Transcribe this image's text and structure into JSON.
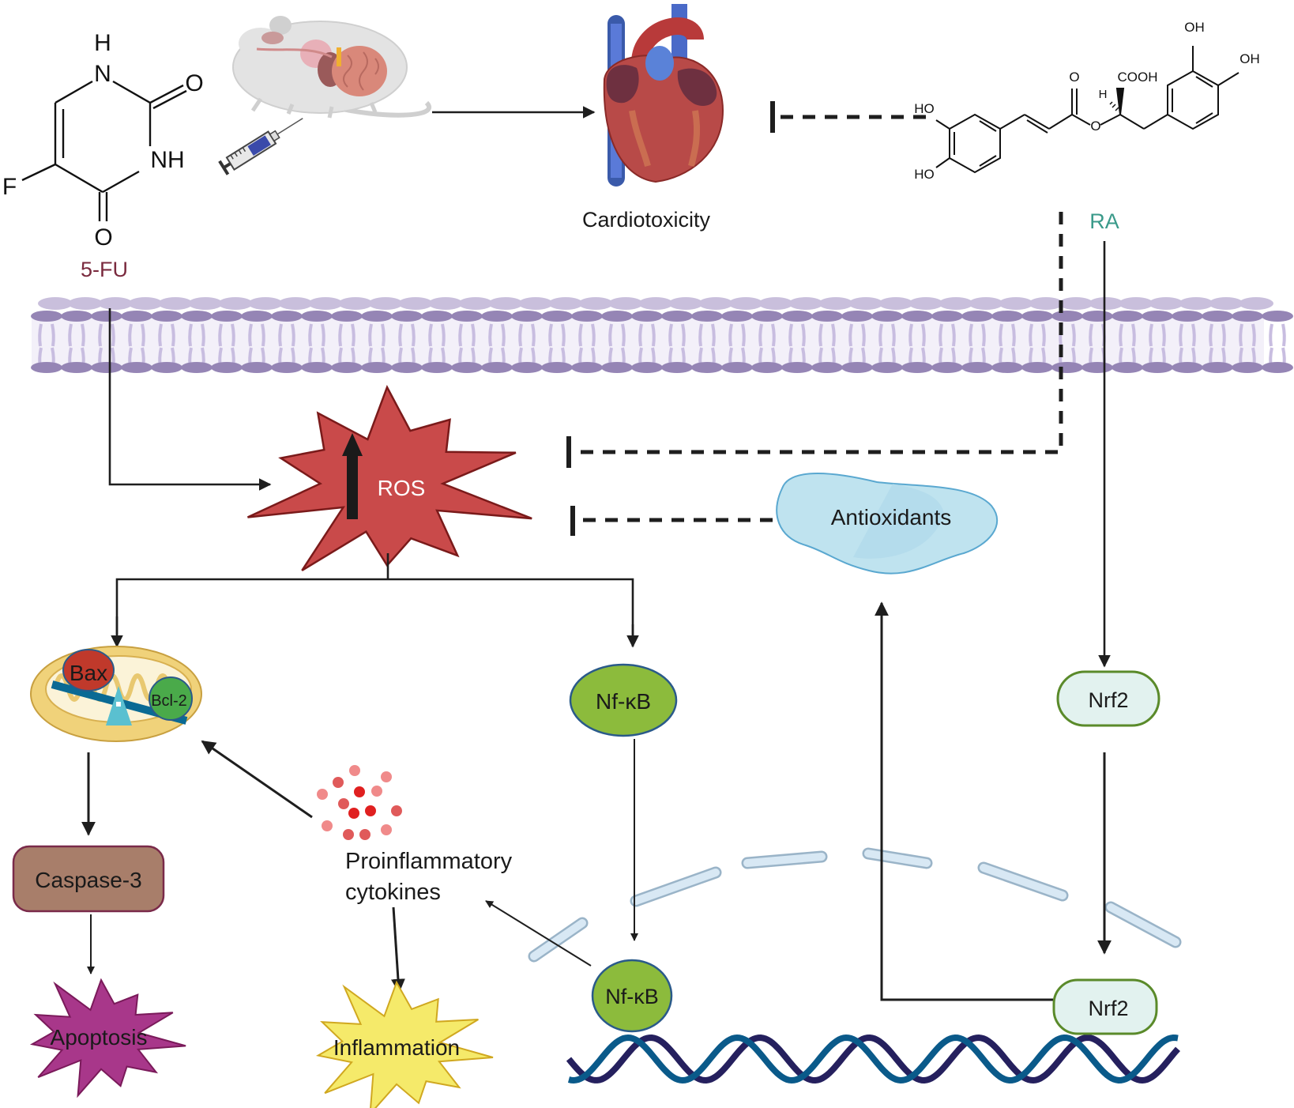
{
  "title": "5-FU cardiotoxicity and protective mechanism of rosmarinic acid (RA)",
  "colors": {
    "fu_label": "#7a2a3e",
    "ra_label": "#3a9a8a",
    "ros_fill": "#c94a4a",
    "ros_stroke": "#7a1a1a",
    "membrane_head": "#9585b5",
    "membrane_tail": "#c8bde0",
    "nfkb_fill": "#8cbb3c",
    "nfkb_stroke": "#2a5a8a",
    "nrf2_fill": "#e2f2ef",
    "nrf2_stroke": "#5a8a2a",
    "caspase_fill": "#a87e6a",
    "caspase_stroke": "#7a2a4a",
    "apoptosis_fill": "#a8378a",
    "inflammation_fill": "#f5ea6a",
    "antioxidant_fill": "#bfe3ef",
    "dna_strand_a": "#25205e",
    "dna_strand_b": "#0a5a8a",
    "nuclear_envelope": "#d8e8f4",
    "bax_fill": "#c0392b",
    "bcl2_fill": "#4aaa4a",
    "mito_fill": "#f0d27a"
  },
  "drug": {
    "name": "5-FU",
    "atoms": {
      "h": "H",
      "n1": "N",
      "o1": "O",
      "nh": "NH",
      "f": "F",
      "o2": "O"
    }
  },
  "animal": {
    "subject": "rat-icon",
    "injection": "syringe-icon"
  },
  "organ": {
    "label": "Cardiotoxicity"
  },
  "compound": {
    "name": "RA",
    "atoms": {
      "ho1": "HO",
      "ho2": "HO",
      "o_carbonyl": "O",
      "o_ester": "O",
      "cooh": "COOH",
      "h": "H",
      "oh1": "OH",
      "oh2": "OH"
    }
  },
  "nodes": {
    "ros": "ROS",
    "antioxidants": "Antioxidants",
    "bax": "Bax",
    "bcl2": "Bcl-2",
    "nfkb_cyto": "Nf-κB",
    "nfkb_nuc": "Nf-κB",
    "nrf2_cyto": "Nrf2",
    "nrf2_nuc": "Nrf2",
    "caspase3": "Caspase-3",
    "apoptosis": "Apoptosis",
    "cytokines_line1": "Proinflammatory",
    "cytokines_line2": "cytokines",
    "inflammation": "Inflammation"
  },
  "edges": [
    {
      "from": "5-FU/rat",
      "to": "Cardiotoxicity",
      "type": "activation"
    },
    {
      "from": "RA",
      "to": "Cardiotoxicity",
      "type": "inhibition"
    },
    {
      "from": "5-FU",
      "to": "ROS",
      "type": "activation"
    },
    {
      "from": "RA",
      "to": "ROS",
      "type": "inhibition"
    },
    {
      "from": "Antioxidants",
      "to": "ROS",
      "type": "inhibition"
    },
    {
      "from": "ROS",
      "to": "Bax/Bcl-2",
      "type": "activation"
    },
    {
      "from": "ROS",
      "to": "Nf-κB",
      "type": "activation"
    },
    {
      "from": "Bax/Bcl-2",
      "to": "Caspase-3",
      "type": "activation"
    },
    {
      "from": "Caspase-3",
      "to": "Apoptosis",
      "type": "activation"
    },
    {
      "from": "Proinflammatory cytokines",
      "to": "Bax/Bcl-2",
      "type": "activation"
    },
    {
      "from": "Proinflammatory cytokines",
      "to": "Inflammation",
      "type": "activation"
    },
    {
      "from": "Nf-κB",
      "to": "Nf-κB (nucleus)",
      "type": "activation"
    },
    {
      "from": "Nf-κB (nucleus)",
      "to": "Proinflammatory cytokines",
      "type": "activation"
    },
    {
      "from": "RA",
      "to": "Nrf2",
      "type": "activation"
    },
    {
      "from": "Nrf2",
      "to": "Nrf2 (nucleus)",
      "type": "activation"
    },
    {
      "from": "Nrf2 (nucleus)",
      "to": "Antioxidants",
      "type": "activation"
    }
  ]
}
